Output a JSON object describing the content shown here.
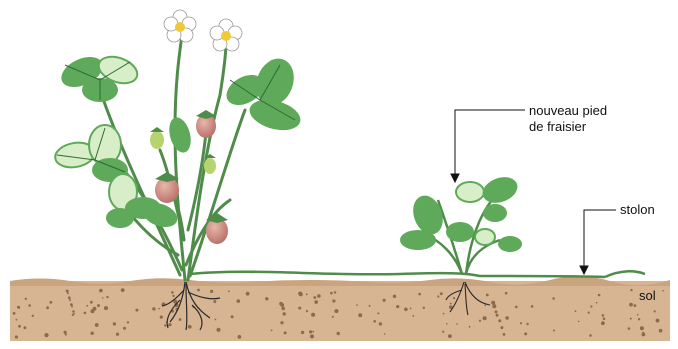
{
  "labels": {
    "new_plant_line1": "nouveau pied",
    "new_plant_line2": "de fraisier",
    "runner": "stolon",
    "soil": "sol"
  },
  "colors": {
    "soil": "#d7b592",
    "soil_specks": "#8b6a4d",
    "leaf": "#5ea95a",
    "leaf_vein": "#2f6a32",
    "leaf_light": "#d8eec8",
    "stem": "#4f8c4a",
    "fruit": "#c98a82",
    "flower_petal": "#ffffff",
    "flower_center": "#f0c838",
    "root": "#2a2a2a"
  }
}
